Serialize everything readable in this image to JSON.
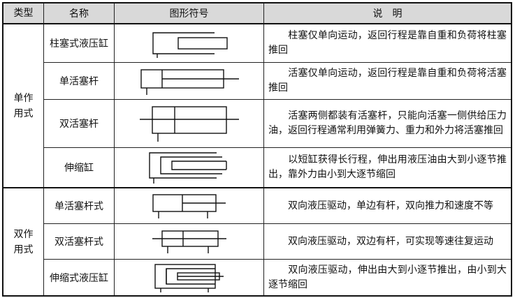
{
  "header": {
    "type": "类型",
    "name": "名称",
    "symbol": "图形符号",
    "desc": "说　明"
  },
  "groups": {
    "single": "单作\n用式",
    "double": "双作\n用式"
  },
  "rows": [
    {
      "name": "柱塞式液压缸",
      "desc": "柱塞仅单向运动，返回行程是靠自重和负荷将柱塞推回"
    },
    {
      "name": "单活塞杆",
      "desc": "活塞仅单向运动，返回行程是靠自重和负荷将活塞推回"
    },
    {
      "name": "双活塞杆",
      "desc": "活塞两侧都装有活塞杆，只能向活塞一侧供给压力油，返回行程通常利用弹簧力、重力和外力将活塞推回"
    },
    {
      "name": "伸缩缸",
      "desc": "以短缸获得长行程，伸出用液压油由大到小逐节推出，靠外力由小到大逐节缩回"
    },
    {
      "name": "单活塞杆式",
      "desc": "双向液压驱动，单边有杆，双向推力和速度不等"
    },
    {
      "name": "双活塞杆式",
      "desc": "双向液压驱动，双边有杆，可实现等速往复运动"
    },
    {
      "name": "伸缩式液压缸",
      "desc": "双向液压驱动，伸出由大到小逐节推出，由小到大逐节缩回"
    }
  ],
  "symbols": [
    "plunger-cylinder-symbol",
    "single-rod-single-acting-symbol",
    "double-rod-single-acting-symbol",
    "telescopic-single-acting-symbol",
    "single-rod-double-acting-symbol",
    "double-rod-double-acting-symbol",
    "telescopic-double-acting-symbol"
  ]
}
